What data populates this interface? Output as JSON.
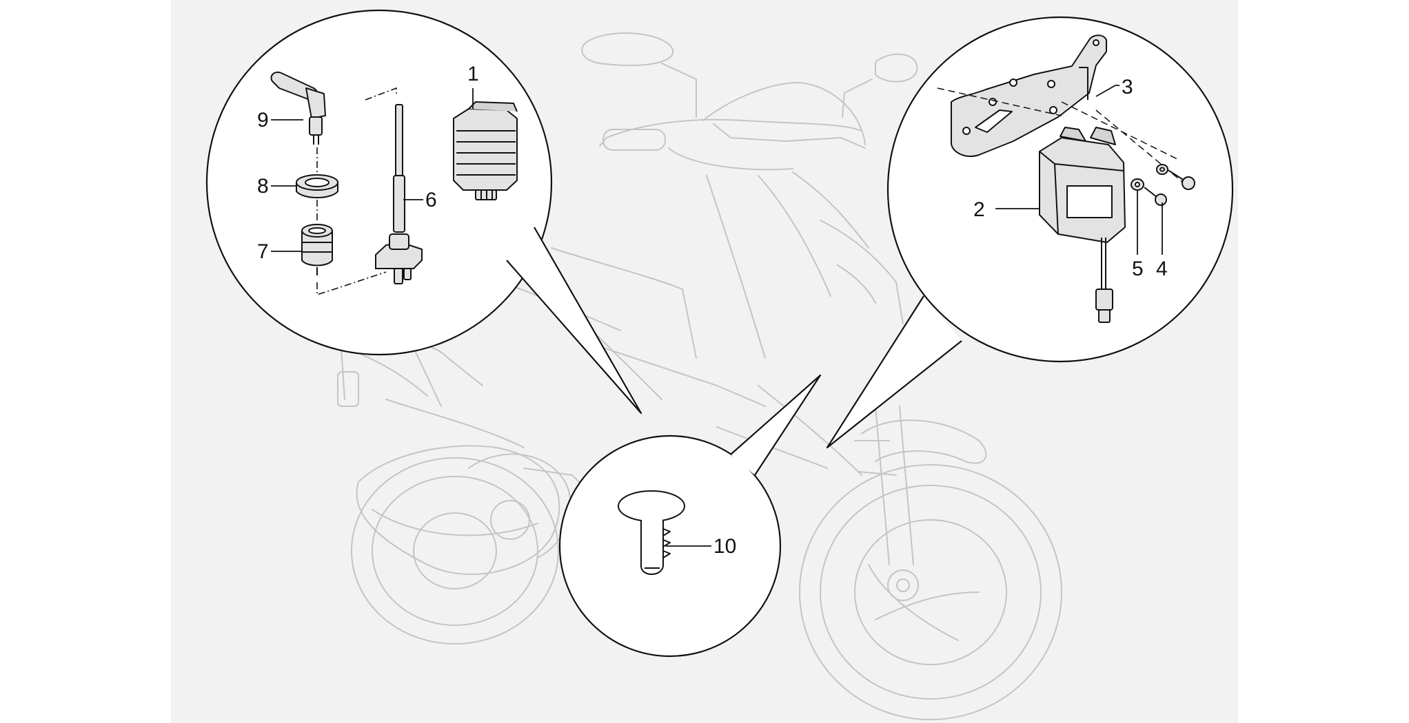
{
  "diagram": {
    "colors": {
      "background": "#ffffff",
      "sheet": "#f2f2f2",
      "ghost_outline": "#c4c4c4",
      "ink": "#111111",
      "part_fill": "#e3e3e3"
    },
    "callouts": [
      {
        "id": "1",
        "label": "1",
        "part": "voltage regulator"
      },
      {
        "id": "2",
        "label": "2",
        "part": "control unit"
      },
      {
        "id": "3",
        "label": "3",
        "part": "mounting bracket"
      },
      {
        "id": "4",
        "label": "4",
        "part": "screw"
      },
      {
        "id": "5",
        "label": "5",
        "part": "washer"
      },
      {
        "id": "6",
        "label": "6",
        "part": "sensor"
      },
      {
        "id": "7",
        "label": "7",
        "part": "socket"
      },
      {
        "id": "8",
        "label": "8",
        "part": "grommet"
      },
      {
        "id": "9",
        "label": "9",
        "part": "spark plug cap"
      },
      {
        "id": "10",
        "label": "10",
        "part": "push rivet"
      }
    ]
  }
}
